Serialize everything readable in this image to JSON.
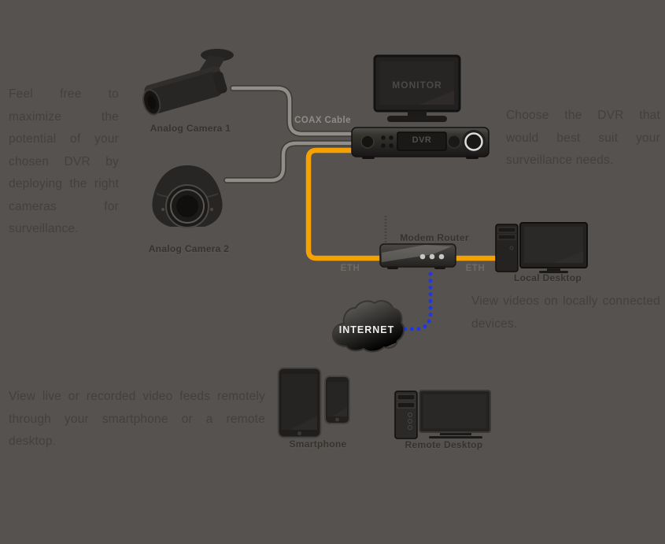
{
  "colors": {
    "background": "#555250",
    "paragraph_text": "#43403D",
    "label_text": "#36332F",
    "coax_label_text": "#8F8C88",
    "eth_label_text": "#6E6B66",
    "monitor_text": "#4B4946",
    "dvr_text": "#514E49",
    "internet_text": "#EFEEEC",
    "eth_cable": "#F5A201",
    "coax_cable": "#918E8A",
    "coax_cable_outline": "#45423F",
    "internet_cable": "#2336E3"
  },
  "paragraphs": {
    "intro": "Feel free to maximize the potential of your chosen DVR by deploying the right cameras for surveillance.",
    "dvr_note": "Choose the DVR that would best suit your surveillance needs.",
    "local_note": "View videos on locally connected devices.",
    "remote_note": "View live or recorded video feeds remotely through your smartphone or a remote desktop."
  },
  "nodes": {
    "camera1": {
      "label": "Analog Camera 1"
    },
    "camera2": {
      "label": "Analog Camera 2"
    },
    "monitor": {
      "screen_text": "MONITOR"
    },
    "dvr": {
      "display_text": "DVR"
    },
    "router": {
      "label": "Modem Router"
    },
    "local_desktop": {
      "label": "Local Desktop"
    },
    "internet": {
      "label": "INTERNET"
    },
    "smartphone": {
      "label": "Smartphone"
    },
    "remote_desktop": {
      "label": "Remote Desktop"
    }
  },
  "cables": {
    "coax_label": "COAX Cable",
    "eth_left_label": "ETH",
    "eth_right_label": "ETH"
  }
}
